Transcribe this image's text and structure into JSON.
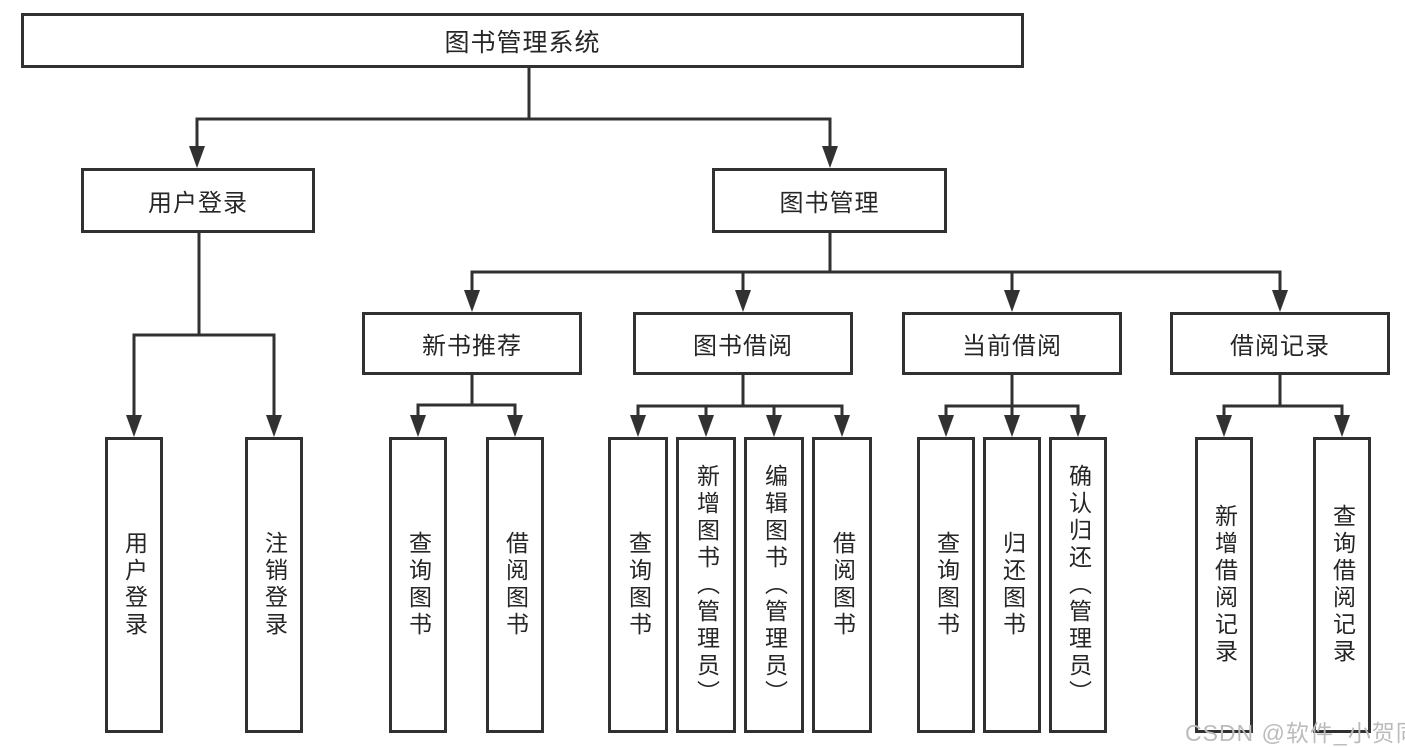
{
  "root": {
    "label": "图书管理系统"
  },
  "level2": {
    "user_login": {
      "label": "用户登录"
    },
    "book_management": {
      "label": "图书管理"
    }
  },
  "level3": {
    "new_book_recommend": {
      "label": "新书推荐"
    },
    "book_borrow": {
      "label": "图书借阅"
    },
    "current_borrow": {
      "label": "当前借阅"
    },
    "borrow_records": {
      "label": "借阅记录"
    }
  },
  "leaves": {
    "user_login": [
      "用户登录",
      "注销登录"
    ],
    "new_book_recommend": [
      "查询图书",
      "借阅图书"
    ],
    "book_borrow": [
      "查询图书",
      "新增图书（管理员）",
      "编辑图书（管理员）",
      "借阅图书"
    ],
    "current_borrow": [
      "查询图书",
      "归还图书",
      "确认归还（管理员）"
    ],
    "borrow_records": [
      "新增借阅记录",
      "查询借阅记录"
    ]
  },
  "watermark": "CSDN @软件_小贺同学",
  "colors": {
    "line": "#313131",
    "text": "#262626",
    "watermark": "#bcbcbc",
    "background": "#ffffff"
  }
}
